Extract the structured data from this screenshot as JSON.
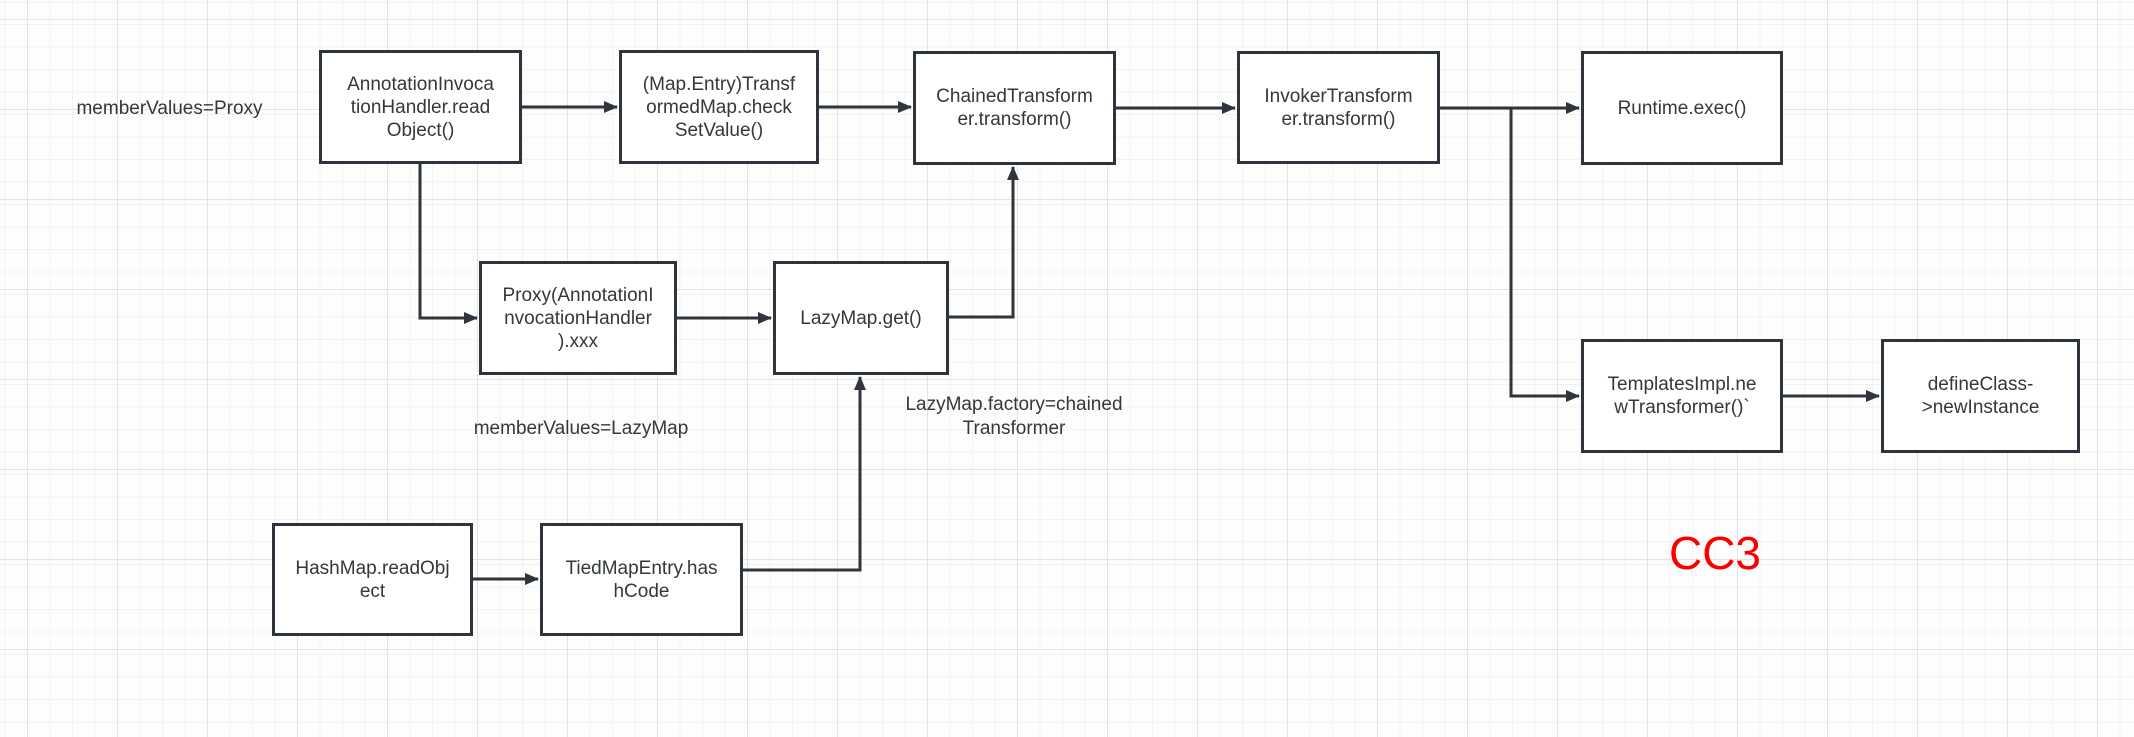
{
  "canvas": {
    "background_color": "#fdfdfd",
    "grid_minor_color": "#f2f2f2",
    "grid_major_color": "#e4e4e4",
    "node_border_color": "#2e343b",
    "node_fill_color": "#ffffff",
    "node_text_color": "#33383c",
    "connector_color": "#2f353b",
    "accent_color": "#fb0000"
  },
  "title_label": {
    "text": "CC3",
    "color": "#fb0000"
  },
  "nodes": [
    {
      "id": "annotation-readobject",
      "label": "AnnotationInvoca\ntionHandler.read\nObject()"
    },
    {
      "id": "transformedmap-checksetvalue",
      "label": "(Map.Entry)Transf\normedMap.check\nSetValue()"
    },
    {
      "id": "chainedtransformer-transform",
      "label": "ChainedTransform\ner.transform()"
    },
    {
      "id": "invokertransformer-transform",
      "label": "InvokerTransform\ner.transform()"
    },
    {
      "id": "runtime-exec",
      "label": "Runtime.exec()"
    },
    {
      "id": "proxy-xxx",
      "label": "Proxy(AnnotationI\nnvocationHandler\n).xxx"
    },
    {
      "id": "lazymap-get",
      "label": "LazyMap.get()"
    },
    {
      "id": "templatesimpl-newtransformer",
      "label": "TemplatesImpl.ne\nwTransformer()`"
    },
    {
      "id": "defineclass-newinstance",
      "label": "defineClass-\n>newInstance"
    },
    {
      "id": "hashmap-readobject",
      "label": "HashMap.readObj\nect"
    },
    {
      "id": "tiedmapentry-hashcode",
      "label": "TiedMapEntry.has\nhCode"
    }
  ],
  "floating_labels": [
    {
      "id": "membervalues-proxy",
      "text": "memberValues=Proxy"
    },
    {
      "id": "membervalues-lazymap",
      "text": "memberValues=LazyMap"
    },
    {
      "id": "lazymap-factory",
      "text": "LazyMap.factory=chained\nTransformer"
    }
  ],
  "edges": [
    {
      "from": "annotation-readobject",
      "to": "transformedmap-checksetvalue"
    },
    {
      "from": "transformedmap-checksetvalue",
      "to": "chainedtransformer-transform"
    },
    {
      "from": "chainedtransformer-transform",
      "to": "invokertransformer-transform"
    },
    {
      "from": "invokertransformer-transform",
      "to": "runtime-exec"
    },
    {
      "from": "invokertransformer-transform",
      "to": "templatesimpl-newtransformer"
    },
    {
      "from": "annotation-readobject",
      "to": "proxy-xxx"
    },
    {
      "from": "proxy-xxx",
      "to": "lazymap-get"
    },
    {
      "from": "lazymap-get",
      "to": "chainedtransformer-transform"
    },
    {
      "from": "templatesimpl-newtransformer",
      "to": "defineclass-newinstance"
    },
    {
      "from": "hashmap-readobject",
      "to": "tiedmapentry-hashcode"
    },
    {
      "from": "tiedmapentry-hashcode",
      "to": "lazymap-get"
    }
  ]
}
